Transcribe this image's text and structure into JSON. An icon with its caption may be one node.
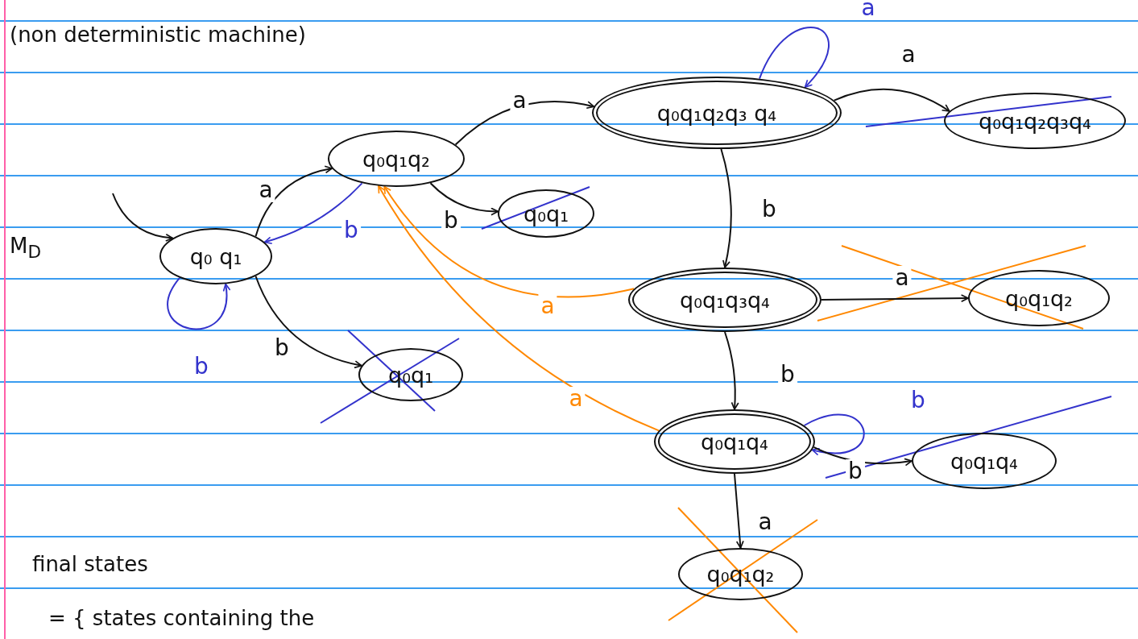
{
  "diagram": {
    "nodes": [
      {
        "text": [
          "q₀ q₁"
        ]
      },
      {
        "text": [
          "q₀q₁q₂"
        ]
      },
      {
        "text": [
          "q₀q₁"
        ]
      },
      {
        "text": [
          "q₀q₁"
        ]
      },
      {
        "text": [
          "q₀q₁q₂q₃ q₄"
        ]
      },
      {
        "text": [
          "q₀q₁q₂q₃q₄"
        ]
      },
      {
        "text": [
          "q₀q₁q₃q₄"
        ]
      },
      {
        "text": [
          "q₀q₁q₂"
        ]
      },
      {
        "text": [
          "q₀q₁q₄"
        ]
      },
      {
        "text": [
          "q₀q₁q₄"
        ]
      },
      {
        "text": [
          "q₀q₁q₂"
        ]
      }
    ],
    "edges": [
      {
        "from": null,
        "to": 0,
        "arrow": "to"
      },
      {
        "from": 0,
        "to": 1,
        "arrow": "to",
        "label": "a"
      },
      {
        "from": 1,
        "to": 0,
        "arrow": "to",
        "label": "b",
        "color": "#3333cc"
      },
      {
        "from": 0,
        "to": 0,
        "arrow": "to",
        "label": "b",
        "color": "#3333cc"
      },
      {
        "from": 0,
        "to": 3,
        "arrow": "to",
        "label": "b"
      },
      {
        "from": 1,
        "to": 4,
        "arrow": "to",
        "label": "a"
      },
      {
        "from": 1,
        "to": 2,
        "arrow": "to",
        "label": "b"
      },
      {
        "from": 4,
        "to": 4,
        "arrow": "to",
        "label": "a",
        "color": "#3333cc"
      },
      {
        "from": 4,
        "to": 5,
        "arrow": "to",
        "label": "a"
      },
      {
        "from": 4,
        "to": 6,
        "arrow": "to",
        "label": "b"
      },
      {
        "from": 6,
        "to": 7,
        "arrow": "to",
        "label": "a"
      },
      {
        "from": 6,
        "to": 1,
        "arrow": "to",
        "label": "a",
        "color": "#ff8800"
      },
      {
        "from": 6,
        "to": 8,
        "arrow": "to",
        "label": "b"
      },
      {
        "from": 8,
        "to": 1,
        "arrow": "to",
        "label": "a",
        "color": "#ff8800"
      },
      {
        "from": 8,
        "to": 8,
        "arrow": "to",
        "label": "b",
        "color": "#3333cc"
      },
      {
        "from": 8,
        "to": 9,
        "arrow": "to",
        "label": "b"
      },
      {
        "from": 8,
        "to": 10,
        "arrow": "to",
        "label": "a"
      }
    ],
    "labels": [
      "(non deterministic machine)",
      "M$_{D}$",
      "final states",
      "= { states containing the"
    ]
  }
}
